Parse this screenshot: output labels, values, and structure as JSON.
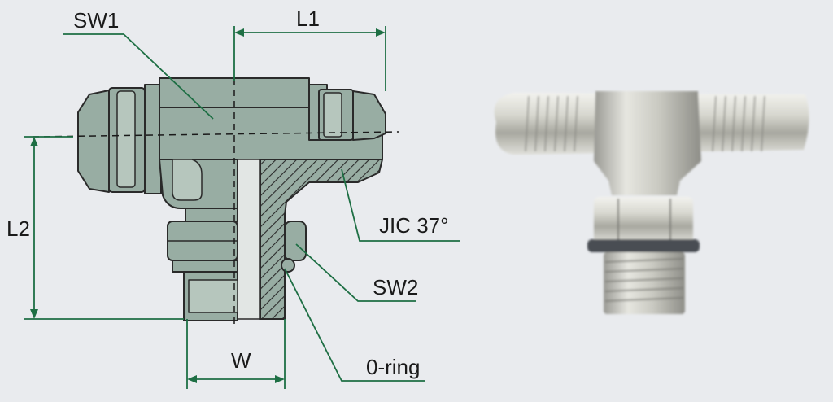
{
  "diagram": {
    "labels": {
      "sw1": "SW1",
      "l1": "L1",
      "l2": "L2",
      "jic": "JIC 37°",
      "sw2": "SW2",
      "w": "W",
      "oring": "0-ring"
    }
  },
  "colors": {
    "background": "#e9ebee",
    "body_fill": "#98ada3",
    "body_dark": "#7f968b",
    "body_light": "#b6c6bd",
    "stroke": "#2a2a2a",
    "dim_line": "#1e6f44",
    "hatch": "#2a2a2a"
  }
}
